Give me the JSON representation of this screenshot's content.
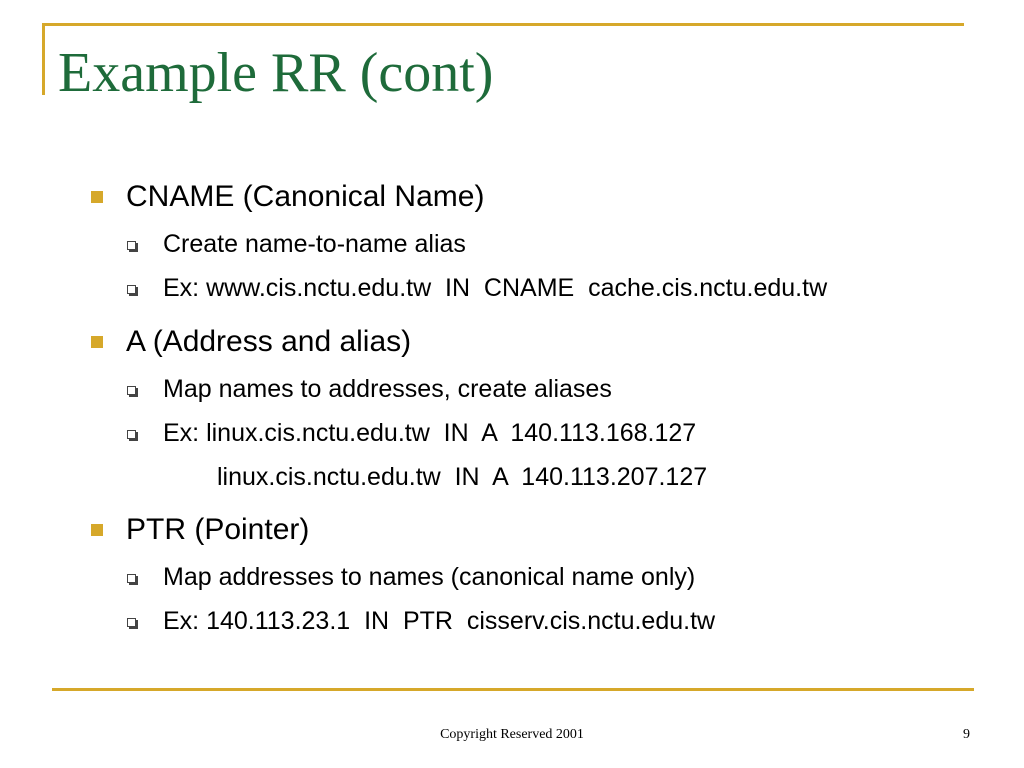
{
  "slide": {
    "title": "Example RR (cont)",
    "footer": "Copyright Reserved 2001",
    "page_number": "9",
    "accent_color": "#d6a82a",
    "title_color": "#1e6b3a",
    "bullets": [
      {
        "text": "CNAME (Canonical Name)",
        "subitems": [
          "Create name-to-name alias",
          "Ex: www.cis.nctu.edu.tw  IN  CNAME  cache.cis.nctu.edu.tw"
        ]
      },
      {
        "text": "A (Address and alias)",
        "subitems": [
          "Map names to addresses, create aliases",
          "Ex: linux.cis.nctu.edu.tw  IN  A  140.113.168.127"
        ],
        "continuation": "linux.cis.nctu.edu.tw  IN  A  140.113.207.127"
      },
      {
        "text": "PTR (Pointer)",
        "subitems": [
          "Map addresses to names (canonical name only)",
          "Ex: 140.113.23.1  IN  PTR  cisserv.cis.nctu.edu.tw"
        ]
      }
    ]
  }
}
